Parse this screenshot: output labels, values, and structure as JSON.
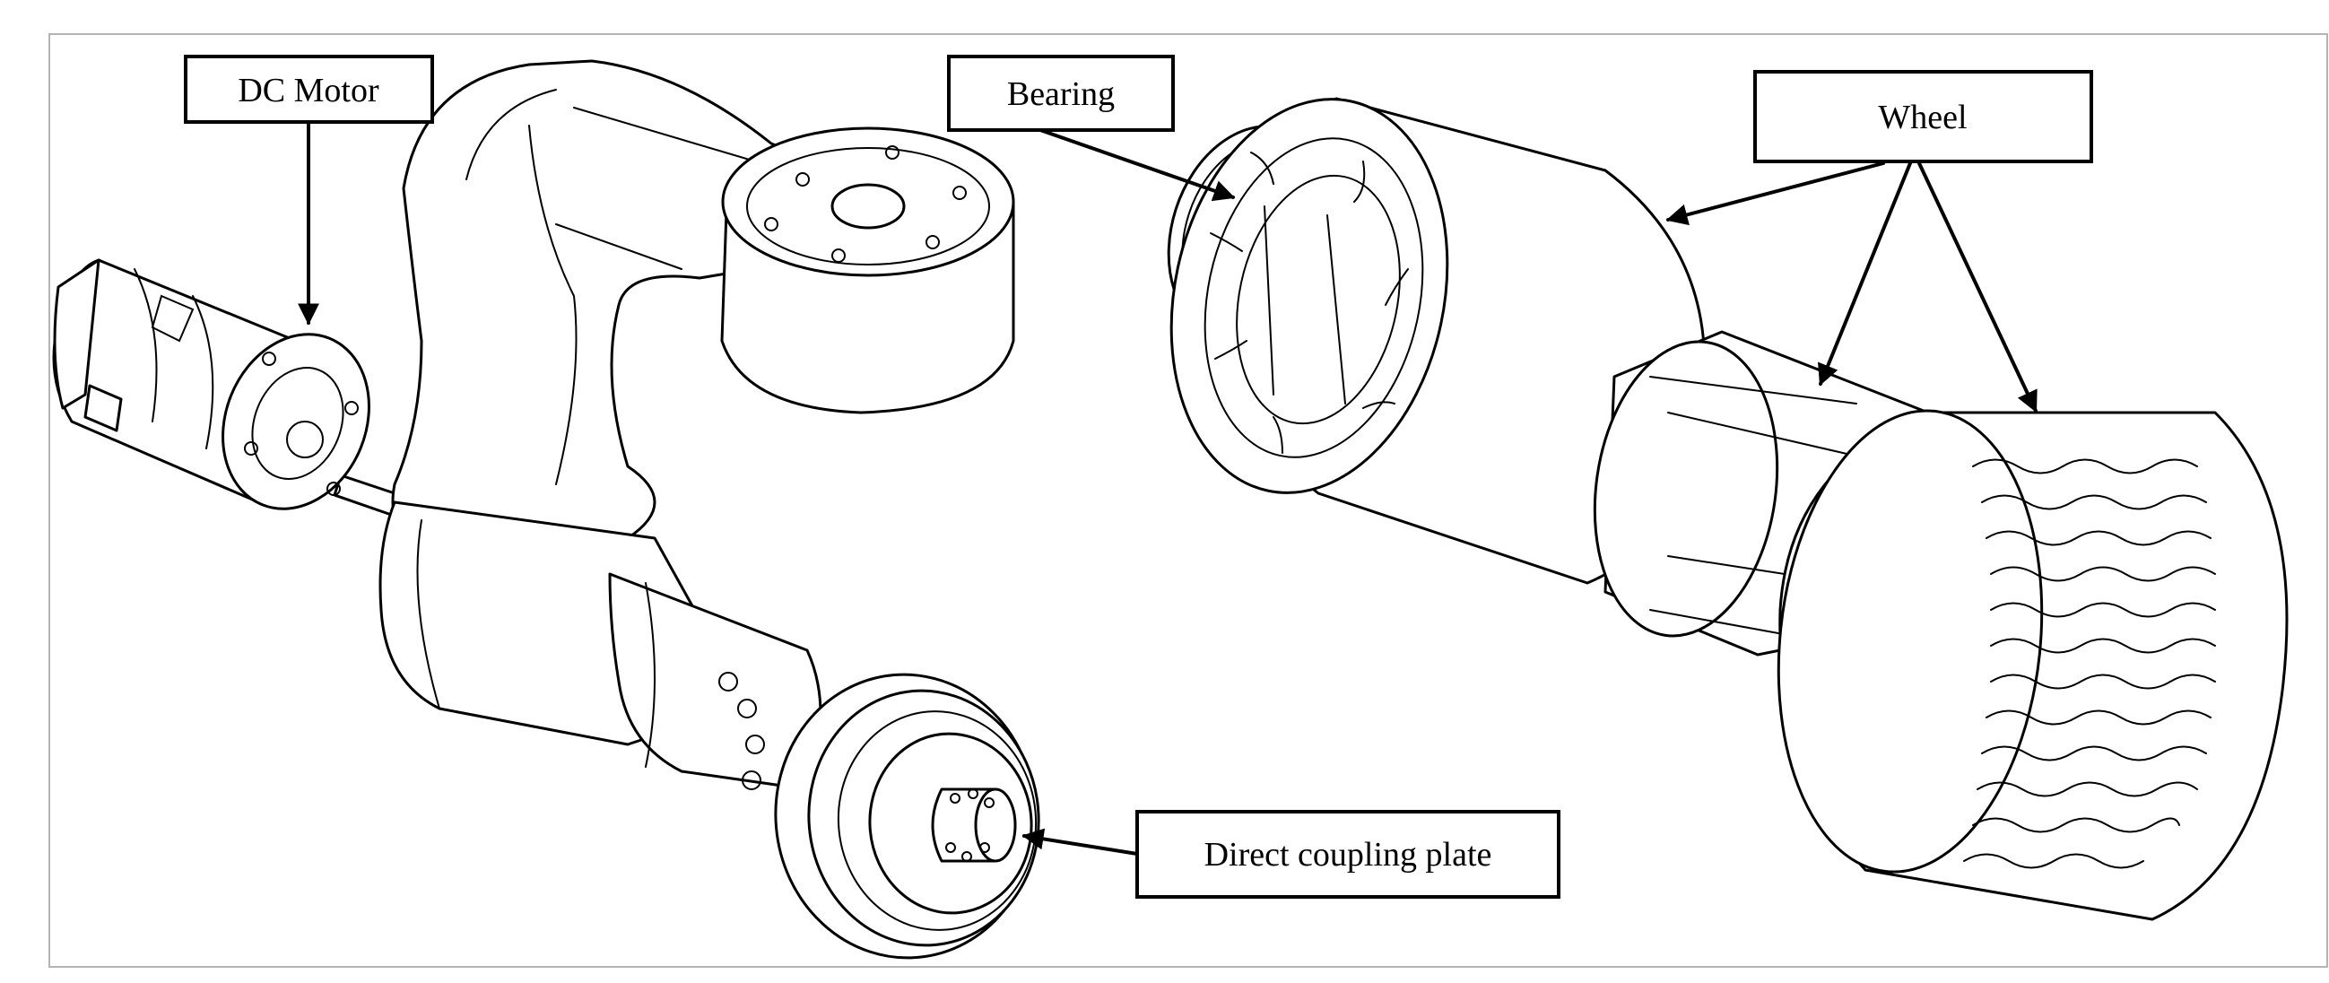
{
  "labels": {
    "dc_motor": "DC Motor",
    "bearing": "Bearing",
    "wheel": "Wheel",
    "coupling": "Direct coupling plate"
  },
  "colors": {
    "line": "#000000",
    "background": "#ffffff",
    "frame": "#b4b4b4"
  }
}
